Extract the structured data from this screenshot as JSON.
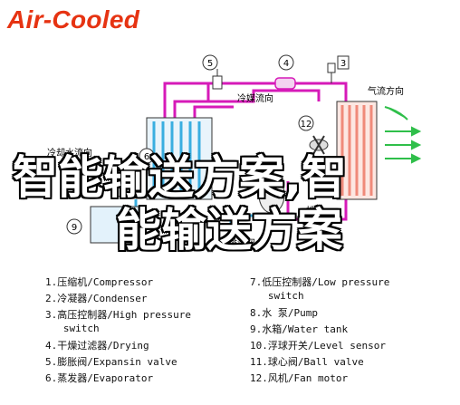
{
  "title": "Air-Cooled",
  "watermark": {
    "line1": "智能输送方案,智",
    "line2": "能输送方案"
  },
  "diagram": {
    "labels": {
      "cooling_water_flow": "冷却水流向",
      "refrigerant_flow": "冷媒流向",
      "air_flow": "气流方向",
      "drain": "排水",
      "drain_valve": "排污阀"
    },
    "markers": [
      "5",
      "4",
      "3",
      "12",
      "6",
      "9"
    ]
  },
  "legend": {
    "left": [
      {
        "n": "1.",
        "text": "压缩机/Compressor"
      },
      {
        "n": "2.",
        "text": "冷凝器/Condenser"
      },
      {
        "n": "3.",
        "text": "高压控制器/High pressure",
        "text2": "switch"
      },
      {
        "n": "4.",
        "text": "干燥过滤器/Drying"
      },
      {
        "n": "5.",
        "text": "膨胀阀/Expansin valve"
      },
      {
        "n": "6.",
        "text": "蒸发器/Evaporator"
      }
    ],
    "right": [
      {
        "n": "7.",
        "text": "低压控制器/Low pressure",
        "text2": "switch"
      },
      {
        "n": "8.",
        "text": "水 泵/Pump"
      },
      {
        "n": "9.",
        "text": "水箱/Water tank"
      },
      {
        "n": "10.",
        "text": "浮球开关/Level sensor"
      },
      {
        "n": "11.",
        "text": "球心阀/Ball valve"
      },
      {
        "n": "12.",
        "text": "风机/Fan motor"
      }
    ]
  },
  "colors": {
    "refrigerant": "#d61ab8",
    "water": "#3aaee0",
    "title": "#e63312",
    "air": "#2fbf4a",
    "condenser": "#f08a7a"
  }
}
